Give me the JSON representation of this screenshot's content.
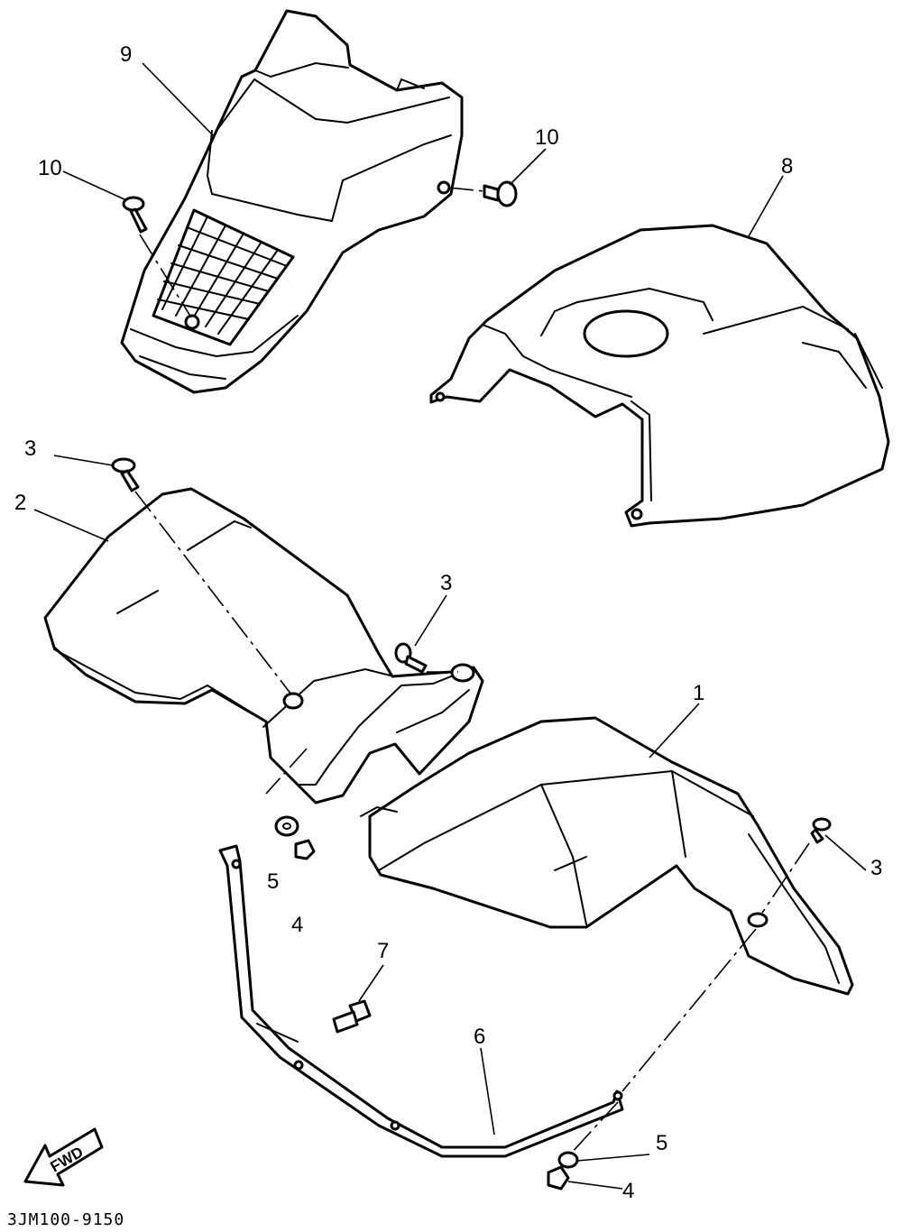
{
  "diagram": {
    "code": "3JM100-9150",
    "direction_label": "FWD",
    "callouts": [
      "9",
      "10",
      "10",
      "8",
      "3",
      "2",
      "3",
      "1",
      "3",
      "5",
      "4",
      "7",
      "6",
      "5",
      "4"
    ]
  }
}
